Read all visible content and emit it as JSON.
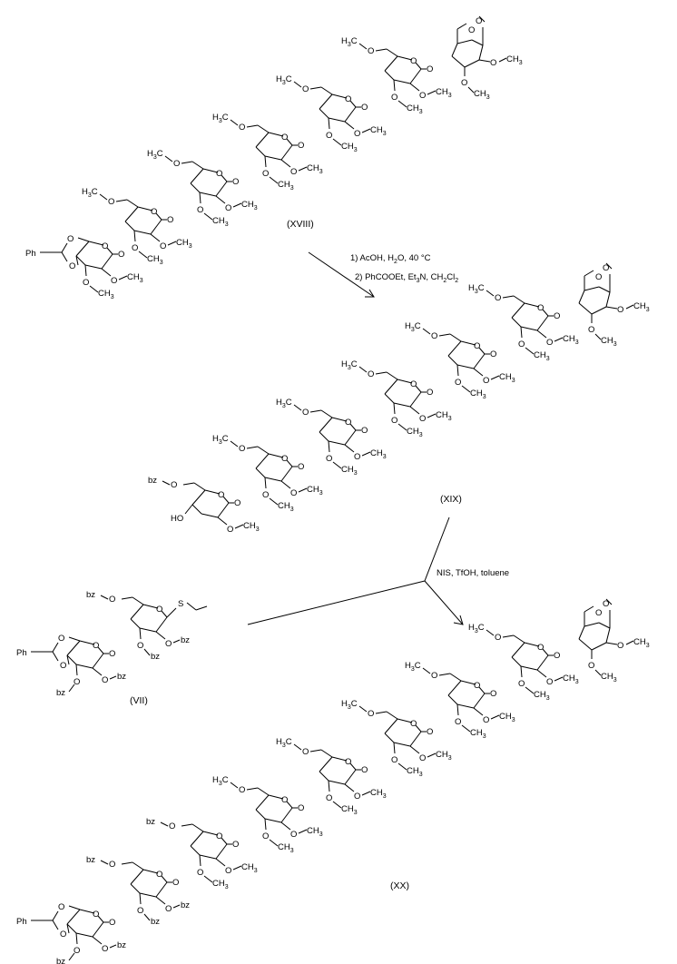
{
  "scheme": {
    "compounds": {
      "XVIII": "(XVIII)",
      "XIX": "(XIX)",
      "VII": "(VII)",
      "XX": "(XX)"
    },
    "step1": {
      "line1": "1) AcOH, H",
      "line1_sub": "2",
      "line1_tail": "O, 40 °C",
      "line2": "2) PhCOOEt, Et",
      "line2_sub": "3",
      "line2_mid": "N, CH",
      "line2_sub2": "2",
      "line2_mid2": "Cl",
      "line2_sub3": "2"
    },
    "step2": {
      "reagents": "NIS, TfOH, toluene"
    },
    "atoms": {
      "OMe": "O",
      "CH3": "CH",
      "CH3_sub": "3",
      "H3C": "H",
      "H3C_sub": "3",
      "H3C_tail": "C",
      "Ph": "Ph",
      "bz": "bz",
      "HO": "HO",
      "S": "S"
    }
  }
}
